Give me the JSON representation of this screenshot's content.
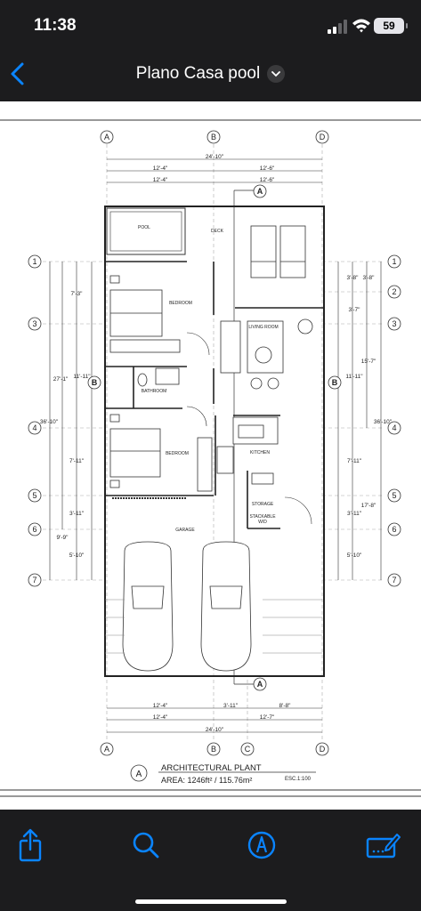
{
  "status": {
    "time": "11:38",
    "battery": "59"
  },
  "nav": {
    "title": "Plano Casa pool"
  },
  "plan": {
    "grid_top": [
      "A",
      "B",
      "D"
    ],
    "grid_bottom": [
      "A",
      "B",
      "C",
      "D"
    ],
    "grid_left": [
      "1",
      "3",
      "4",
      "5",
      "6",
      "7"
    ],
    "grid_right": [
      "1",
      "2",
      "3",
      "4",
      "5",
      "6",
      "7"
    ],
    "dims_top": [
      "24'-10\"",
      "12'-4\"",
      "12'-6\"",
      "12'-4\"",
      "12'-6\""
    ],
    "dims_bottom": [
      "12'-4\"",
      "3'-11\"",
      "8'-8\"",
      "12'-4\"",
      "12'-7\"",
      "24'-10\""
    ],
    "dims_left": [
      "7'-3\"",
      "27'-1\"",
      "11'-11\"",
      "36'-10\"",
      "7'-11\"",
      "3'-11\"",
      "9'-9\"",
      "5'-10\""
    ],
    "dims_right": [
      "3'-8\"",
      "3'-8\"",
      "3'-7\"",
      "15'-7\"",
      "11'-11\"",
      "36'-10\"",
      "7'-11\"",
      "17'-8\"",
      "3'-11\"",
      "5'-10\""
    ],
    "section_a": "A",
    "section_b": "B",
    "rooms": {
      "pool": "POOL",
      "deck": "DECK",
      "bedroom1": "BEDROOM",
      "living": "LIVING ROOM",
      "bathroom": "BATHROOM",
      "bedroom2": "BEDROOM",
      "kitchen": "KITCHEN",
      "storage": "STORAGE",
      "stackable": "STACKABLE",
      "wd": "W/D",
      "garage": "GARAGE"
    },
    "title_marker": "A",
    "title": "ARCHITECTURAL PLANT",
    "area": "AREA: 1246ft² / 115.76m²",
    "scale": "ESC.1:100"
  },
  "toolbar": {
    "icons": [
      "share-icon",
      "search-icon",
      "markup-icon",
      "sign-icon"
    ]
  }
}
